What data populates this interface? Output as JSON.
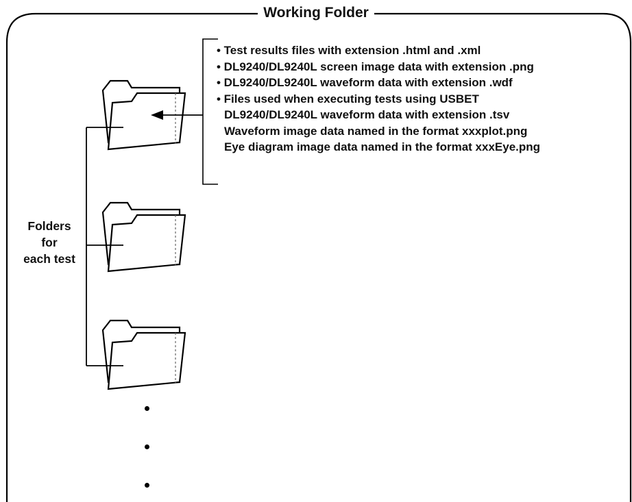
{
  "title": "Working Folder",
  "notes": {
    "bullet_lines": [
      "• Test results files with extension .html and .xml",
      "• DL9240/DL9240L screen image data with extension .png",
      "• DL9240/DL9240L waveform data with extension .wdf",
      "• Files used when executing tests using USBET"
    ],
    "sub_lines": [
      "DL9240/DL9240L waveform data with extension .tsv",
      "Waveform image data named in the format xxxplot.png",
      "Eye diagram image data named in the format xxxEye.png"
    ]
  },
  "folders_label": [
    "Folders",
    "for",
    "each test"
  ],
  "icons": {
    "folder": "folder-icon",
    "ellipsis": "vertical-ellipsis-icon"
  }
}
